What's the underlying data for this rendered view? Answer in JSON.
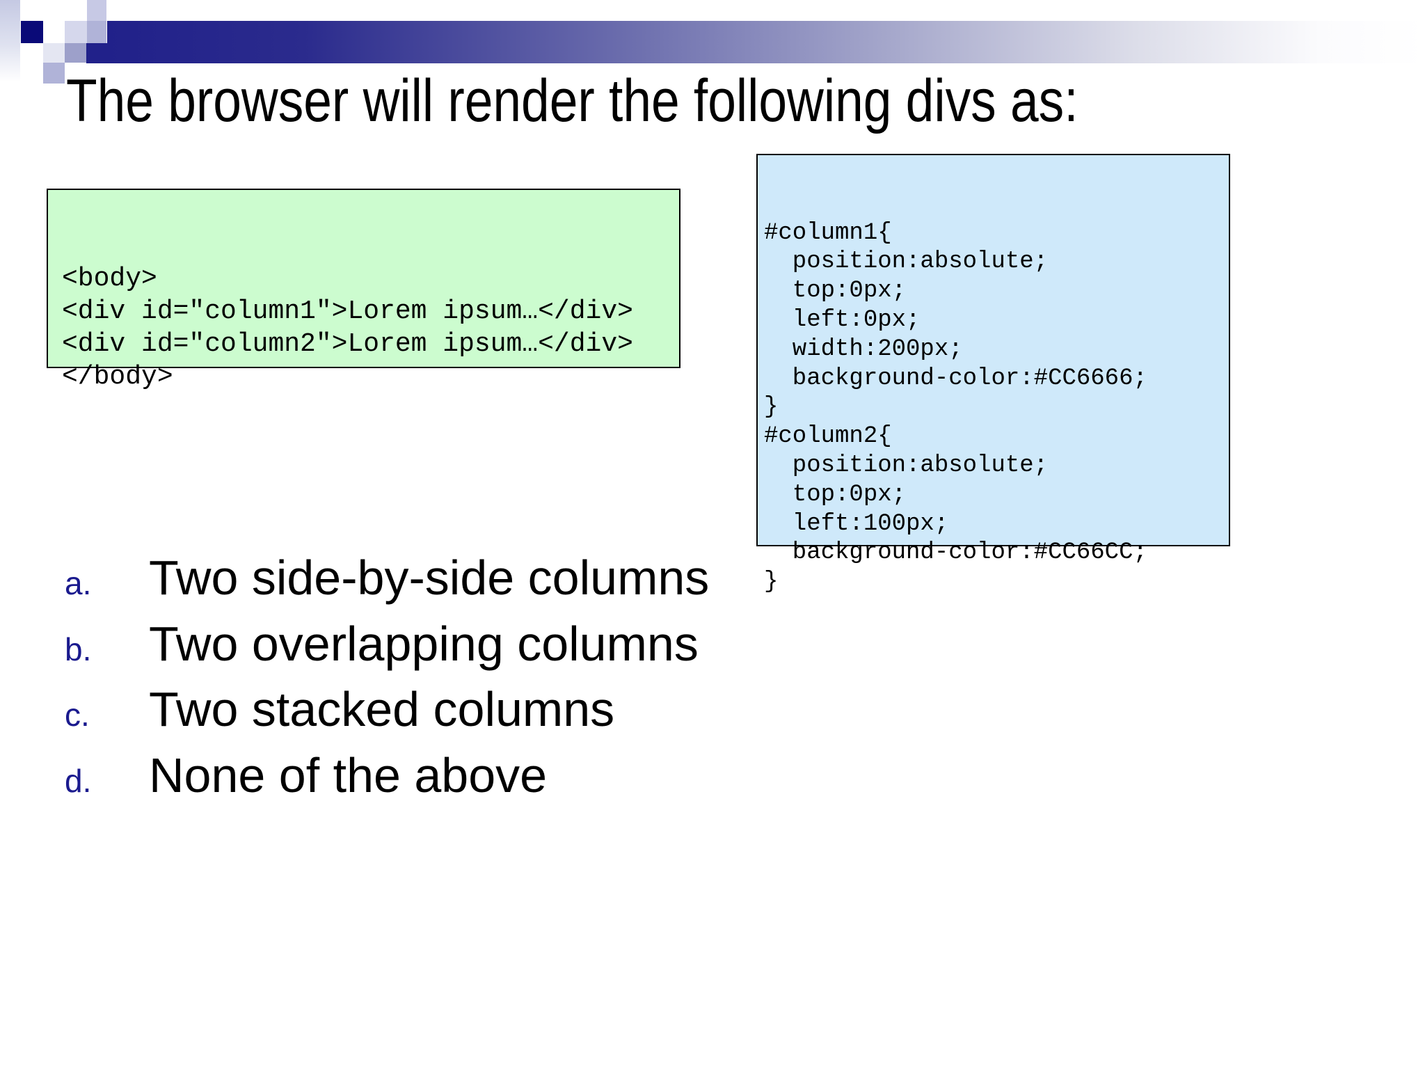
{
  "theme": {
    "navy": "#21218a",
    "letter-color": "#1a1a8e",
    "green-box-bg": "#ccfccf",
    "blue-box-bg": "#cfe9fa"
  },
  "title": "The browser will render the following divs as:",
  "green_code": {
    "lines": [
      "<body>",
      "<div id=\"column1\">Lorem ipsum…</div>",
      "<div id=\"column2\">Lorem ipsum…</div>",
      "</body>"
    ]
  },
  "blue_code": {
    "lines": [
      "#column1{",
      "  position:absolute;",
      "  top:0px;",
      "  left:0px;",
      "  width:200px;",
      "  background-color:#CC6666;",
      "}",
      "#column2{",
      "  position:absolute;",
      "  top:0px;",
      "  left:100px;",
      "  background-color:#CC66CC;",
      "}"
    ]
  },
  "options": [
    {
      "letter": "a.",
      "text": "Two side-by-side columns"
    },
    {
      "letter": "b.",
      "text": "Two overlapping columns"
    },
    {
      "letter": "c.",
      "text": "Two stacked columns"
    },
    {
      "letter": "d.",
      "text": "None of the above"
    }
  ]
}
